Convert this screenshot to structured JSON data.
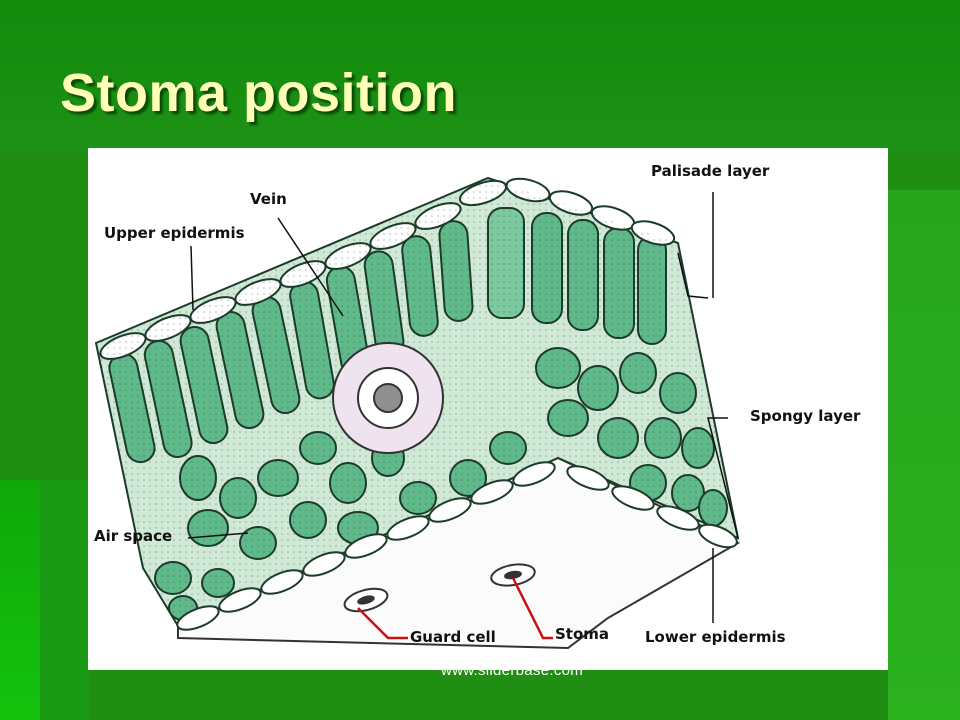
{
  "slide": {
    "title": "Stoma position",
    "footer": "www.sliderbase.com"
  },
  "diagram": {
    "labels": {
      "palisade": "Palisade layer",
      "vein": "Vein",
      "upper_epidermis": "Upper epidermis",
      "spongy": "Spongy layer",
      "air_space": "Air space",
      "guard_cell": "Guard cell",
      "stoma": "Stoma",
      "lower_epidermis": "Lower epidermis"
    },
    "colors": {
      "cell_green": "#5fb98a",
      "cell_outline": "#1d3b2a",
      "pointer_red": "#cc1010"
    }
  }
}
